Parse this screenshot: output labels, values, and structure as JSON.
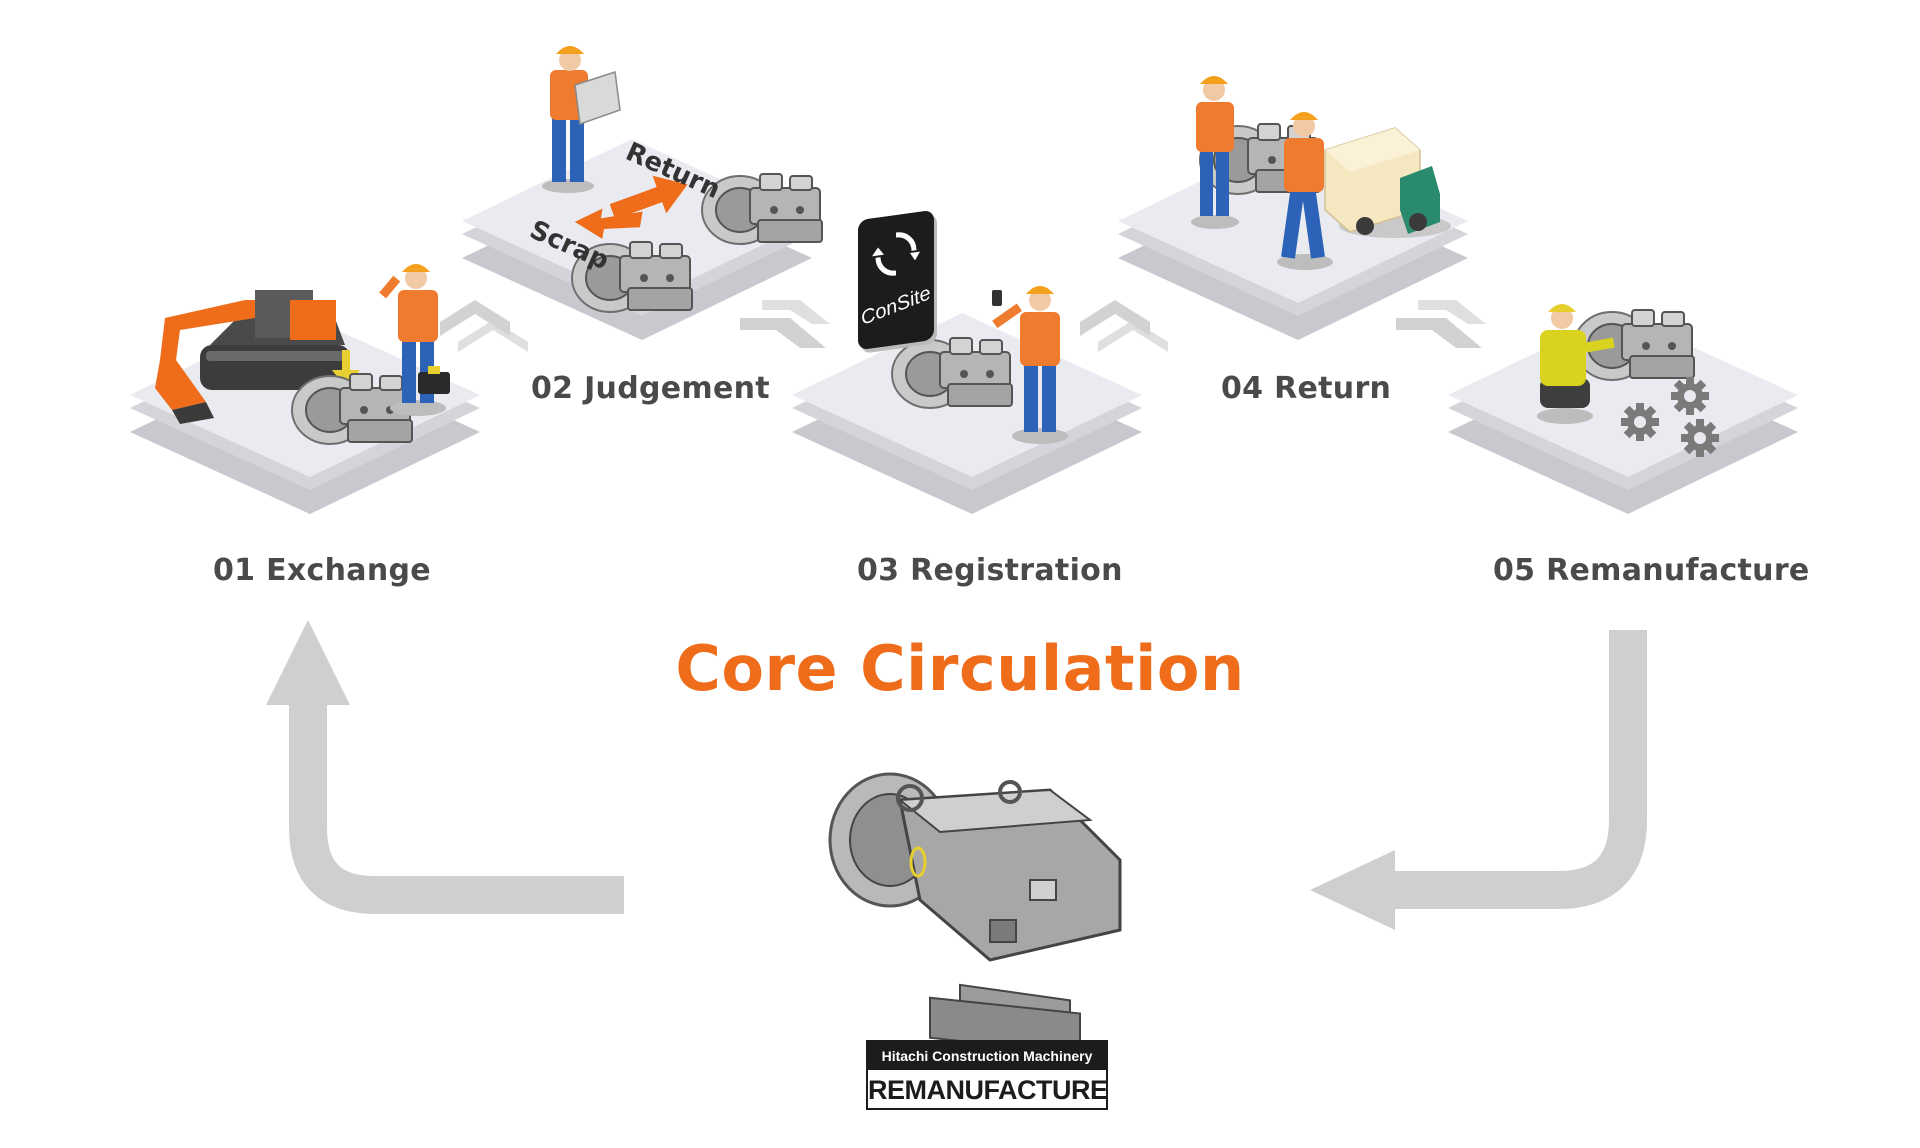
{
  "title": "Core Circulation",
  "steps": [
    {
      "label": "01 Exchange"
    },
    {
      "label": "02 Judgement"
    },
    {
      "label": "03 Registration"
    },
    {
      "label": "04 Return"
    },
    {
      "label": "05 Remanufacture"
    }
  ],
  "judgement_signs": {
    "return": "Return",
    "scrap": "Scrap"
  },
  "app_logo_text": "ConSite",
  "badge": {
    "line1": "Hitachi Construction Machinery",
    "line2": "REMANUFACTURED"
  },
  "colors": {
    "accent": "#ef6c1a",
    "worker_shirt": "#ef7b2e",
    "worker_pants": "#2c63b8",
    "platform": "#e9eaef",
    "flow_arrow": "#cfcfcf",
    "label": "#4a4a4a"
  },
  "icons": [
    "excavator-icon",
    "worker-icon",
    "pump-icon",
    "truck-icon",
    "gear-icon",
    "consite-app-icon",
    "scan-phone-icon"
  ]
}
